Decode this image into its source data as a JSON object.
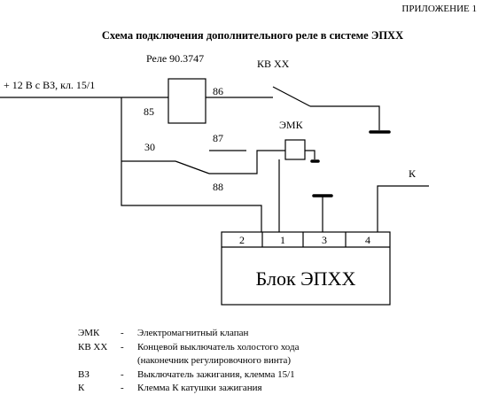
{
  "header": {
    "appendix": "ПРИЛОЖЕНИЕ 1",
    "title": "Схема подключения дополнительного реле в системе ЭПХХ"
  },
  "diagram": {
    "relay_label": "Реле 90.3747",
    "switch_label": "КВ ХХ",
    "valve_label": "ЭМК",
    "supply_label": "+ 12 В с ВЗ, кл. 15/1",
    "pin_85": "85",
    "pin_86": "86",
    "pin_30": "30",
    "pin_87": "87",
    "pin_88": "88",
    "k_label": "К",
    "block_label": "Блок ЭПХХ",
    "block_pins": [
      "2",
      "1",
      "3",
      "4"
    ]
  },
  "legend": [
    {
      "abbr": "ЭМК",
      "dash": "-",
      "lines": [
        "Электромагнитный клапан"
      ]
    },
    {
      "abbr": "КВ ХХ",
      "dash": "-",
      "lines": [
        "Концевой выключатель холостого хода",
        "(наконечник регулировочного винта)"
      ]
    },
    {
      "abbr": "ВЗ",
      "dash": "-",
      "lines": [
        "Выключатель зажигания, клемма 15/1"
      ]
    },
    {
      "abbr": "К",
      "dash": "-",
      "lines": [
        "Клемма К катушки зажигания"
      ]
    }
  ]
}
